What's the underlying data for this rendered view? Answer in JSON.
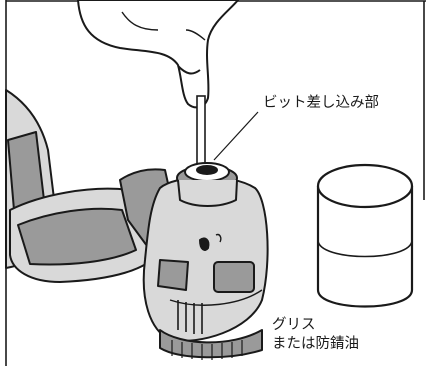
{
  "labels": {
    "bit_insertion": "ビット差し込み部",
    "grease_line1": "グリス",
    "grease_line2": "または防錆油"
  },
  "colors": {
    "ink": "#1a1a1a",
    "paper": "#ffffff",
    "tool_dark": "#9a9a9a",
    "tool_light": "#d9d9d9"
  }
}
